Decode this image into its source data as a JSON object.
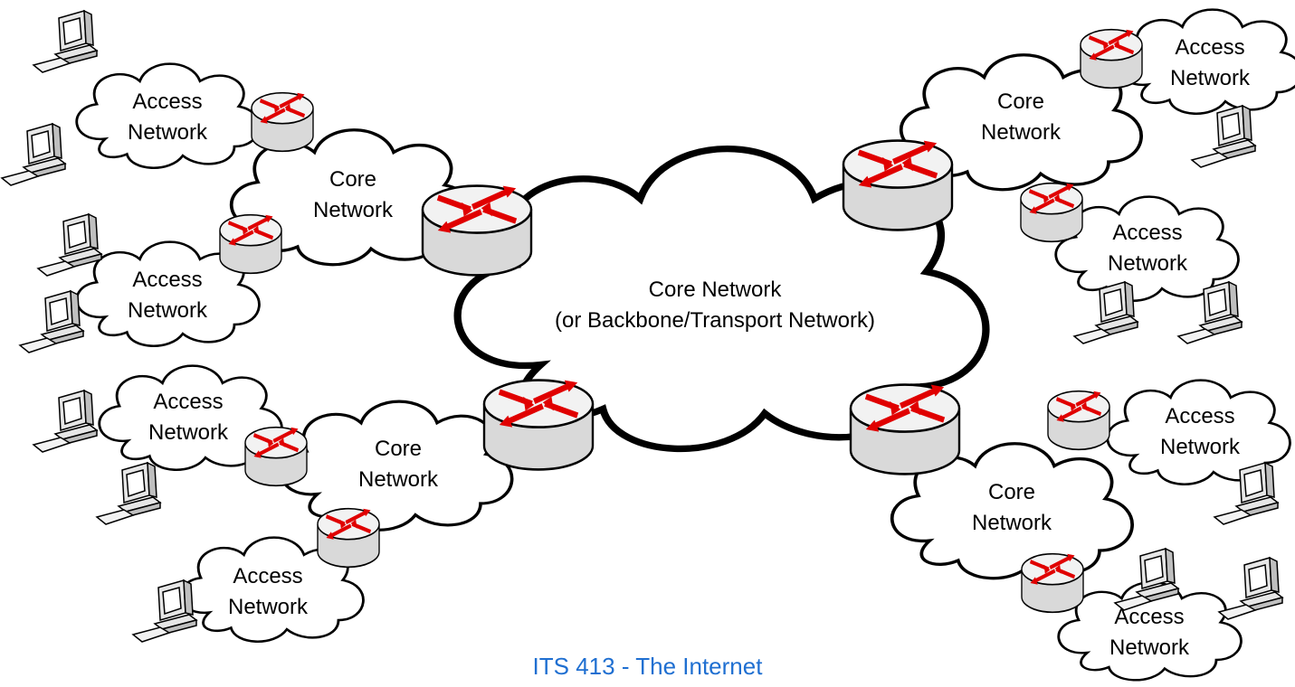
{
  "labels": {
    "core_center_line1": "Core Network",
    "core_center_line2": "(or Backbone/Transport Network)",
    "core_line1": "Core",
    "core_line2": "Network",
    "access_line1": "Access",
    "access_line2": "Network"
  },
  "footer": "ITS 413 - The Internet",
  "colors": {
    "router_arrows": "#e00000",
    "router_body": "#e6e6e6",
    "footer_text": "#1f6fd1"
  },
  "icons": [
    "cloud-icon",
    "router-icon",
    "computer-icon"
  ]
}
